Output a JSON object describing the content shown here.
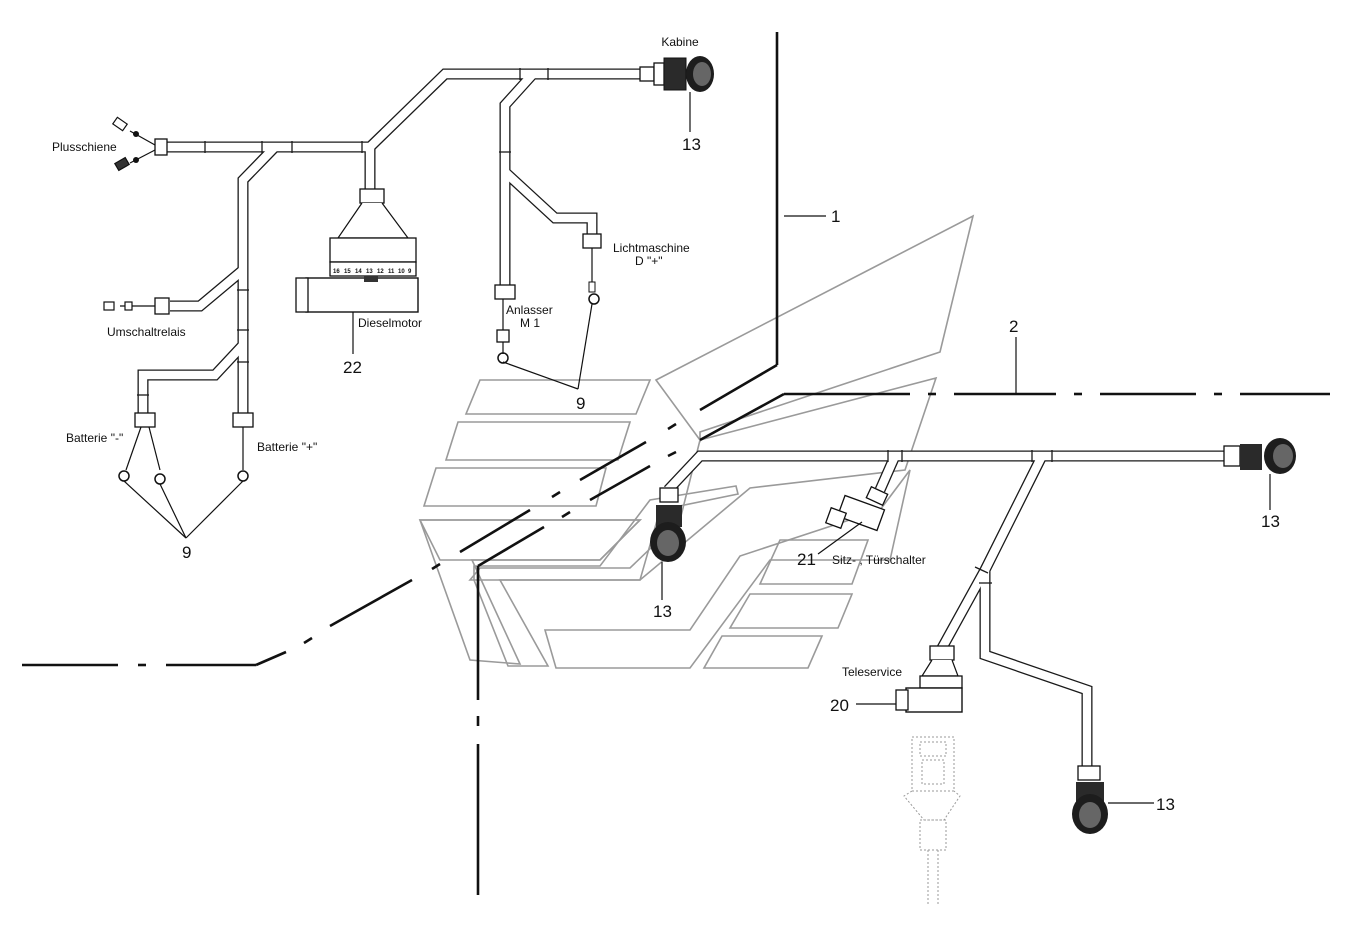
{
  "labels": {
    "kabine": "Kabine",
    "plusschiene": "Plusschiene",
    "umschaltrelais": "Umschaltrelais",
    "batterie_minus": "Batterie \"-\"",
    "batterie_plus": "Batterie \"+\"",
    "dieselmotor": "Dieselmotor",
    "anlasser_line1": "Anlasser",
    "anlasser_line2": "M 1",
    "lichtmaschine_line1": "Lichtmaschine",
    "lichtmaschine_line2": "D \"+\"",
    "sitz_tuerschalter": "Sitz- , Türschalter",
    "teleservice": "Teleservice"
  },
  "callouts": {
    "n13_top": "13",
    "n1": "1",
    "n2": "2",
    "n22": "22",
    "n9_mid": "9",
    "n9_left": "9",
    "n13_center": "13",
    "n13_right": "13",
    "n21": "21",
    "n20": "20",
    "n13_bottom": "13"
  },
  "diesel_connector_pins": [
    "16",
    "15",
    "14",
    "13",
    "12",
    "11",
    "10",
    "9"
  ],
  "colors": {
    "line": "#1a1a1a",
    "outline_grey": "#9a9a9a",
    "background": "#ffffff"
  }
}
